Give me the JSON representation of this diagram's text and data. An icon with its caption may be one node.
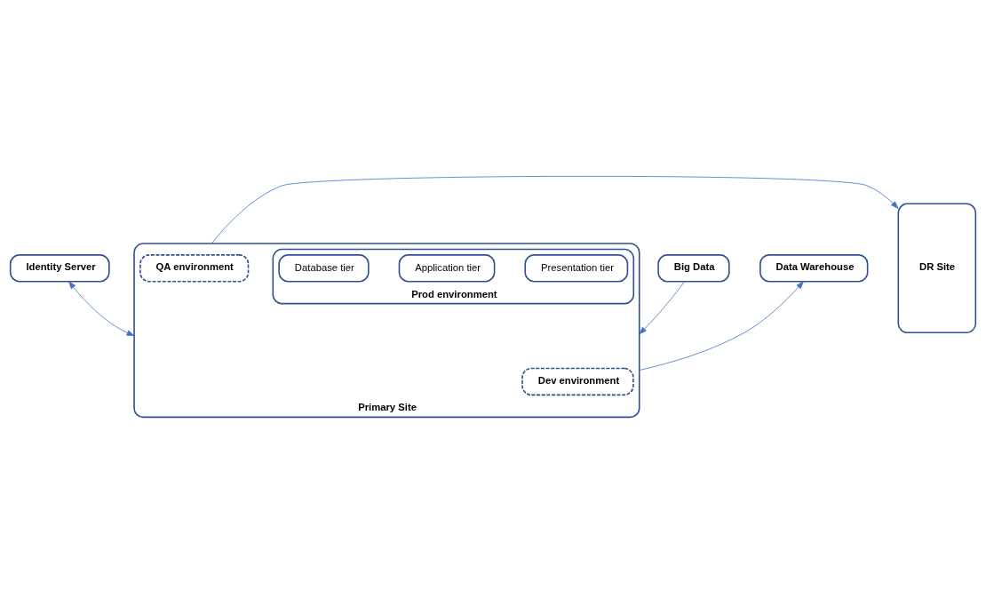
{
  "diagram": {
    "nodes": [
      {
        "text": [
          "Identity Server"
        ]
      },
      {
        "text": [
          "Big Data"
        ]
      },
      {
        "text": [
          "Data Warehouse"
        ]
      },
      {
        "text": [
          "Primary Site"
        ]
      },
      {
        "text": [
          "Prod environment"
        ],
        "in": 3
      },
      {
        "text": [
          "Presentation tier"
        ],
        "in": 4
      },
      {
        "text": [
          "Application tier"
        ],
        "in": 4
      },
      {
        "text": [
          "Database tier"
        ],
        "in": 4
      },
      {
        "text": [
          "Dev environment"
        ],
        "in": 3
      },
      {
        "text": [
          "QA environment"
        ],
        "in": 3
      },
      {
        "text": [
          "DR Site"
        ]
      }
    ],
    "edges": [
      {
        "from": 0,
        "to": 3,
        "arrow": "both"
      },
      {
        "from": 1,
        "to": 3,
        "arrow": "to"
      },
      {
        "from": 3,
        "to": 2,
        "arrow": "to"
      },
      {
        "from": 3,
        "to": 10,
        "arrow": "to"
      }
    ]
  }
}
